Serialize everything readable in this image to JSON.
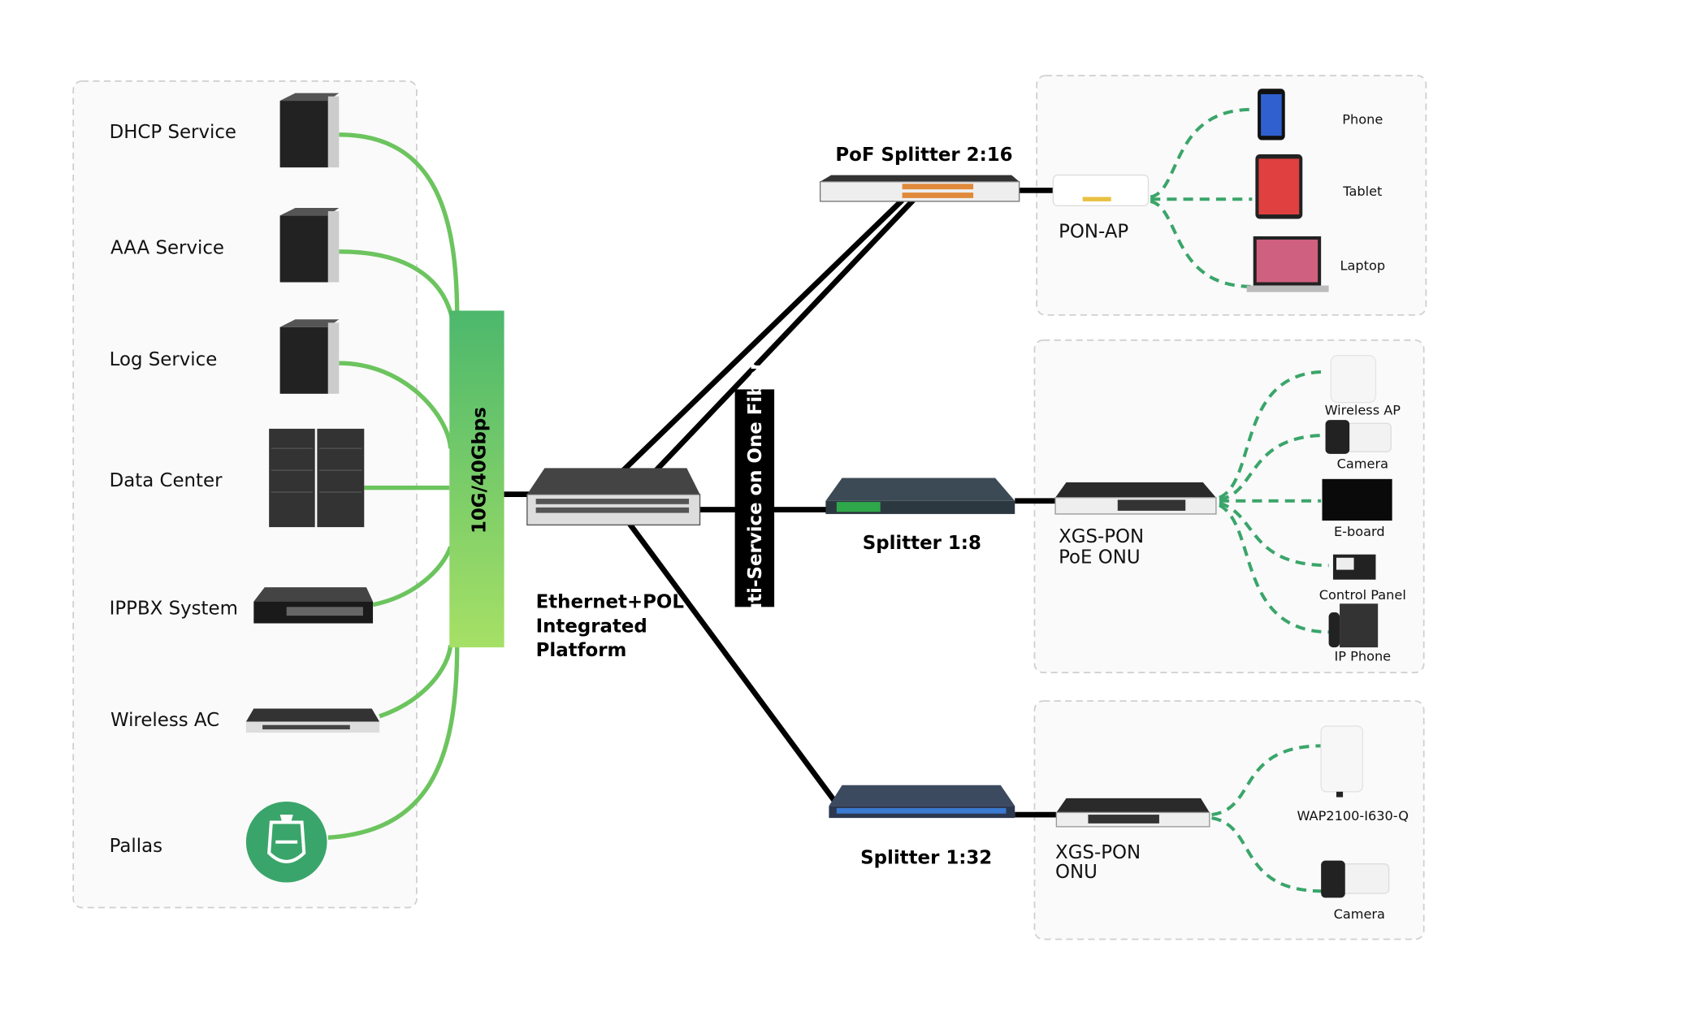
{
  "servers": {
    "dhcp": "DHCP Service",
    "aaa": "AAA Service",
    "log": "Log Service",
    "datacenter": "Data Center",
    "ippbx": "IPPBX System",
    "wireless_ac": "Wireless AC",
    "pallas": "Pallas"
  },
  "uplink_bar": {
    "label": "10G/40Gbps",
    "color_top": "#4cb86c",
    "color_bottom": "#a6e066"
  },
  "platform": {
    "line1": "Ethernet+POL",
    "line2": "Integrated",
    "line3": "Platform"
  },
  "fiber_label": "Muti-Service on One Fiber",
  "pof_splitter": {
    "label": "PoF Splitter 2:16"
  },
  "pon_ap": {
    "label": "PON-AP",
    "devices": [
      "Phone",
      "Tablet",
      "Laptop"
    ]
  },
  "splitter_8": {
    "label": "Splitter 1:8"
  },
  "poe_onu": {
    "line1": "XGS-PON",
    "line2": "PoE ONU",
    "devices": [
      "Wireless AP",
      "Camera",
      "E-board",
      "Control Panel",
      "IP Phone"
    ]
  },
  "splitter_32": {
    "label": "Splitter 1:32"
  },
  "onu": {
    "line1": "XGS-PON",
    "line2": "ONU",
    "devices": [
      "WAP2100-I630-Q",
      "Camera"
    ]
  },
  "colors": {
    "green_line": "#6cc45e",
    "dashed_green": "#3aa56a",
    "fiber": "#000000",
    "pallas": "#3aa56a"
  }
}
